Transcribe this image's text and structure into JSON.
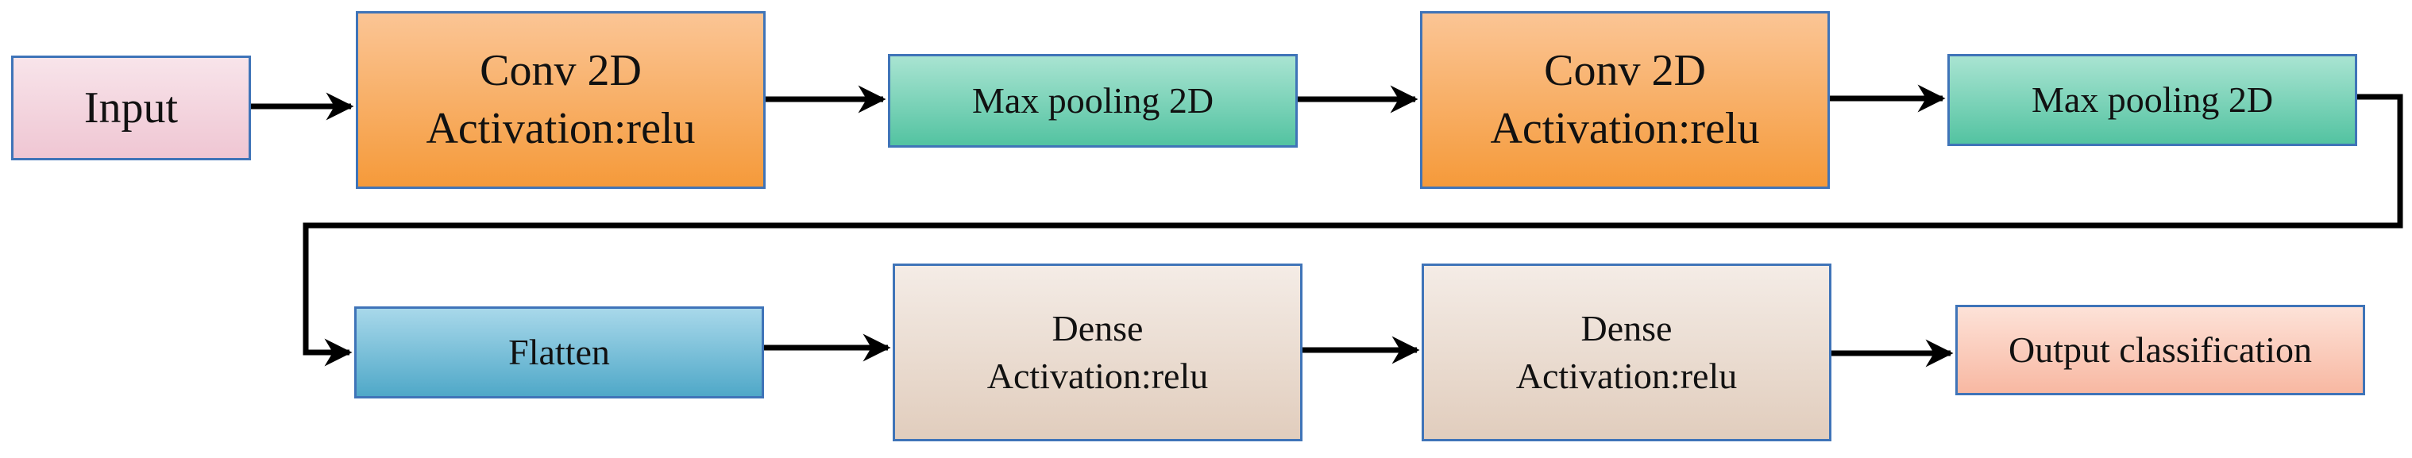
{
  "nodes": {
    "input": {
      "label": "Input"
    },
    "conv1": {
      "line1": "Conv 2D",
      "line2": "Activation:relu"
    },
    "pool1": {
      "label": "Max pooling 2D"
    },
    "conv2": {
      "line1": "Conv 2D",
      "line2": "Activation:relu"
    },
    "pool2": {
      "label": "Max pooling 2D"
    },
    "flatten": {
      "label": "Flatten"
    },
    "dense1": {
      "line1": "Dense",
      "line2": "Activation:relu"
    },
    "dense2": {
      "line1": "Dense",
      "line2": "Activation:relu"
    },
    "output": {
      "label": "Output classification"
    }
  },
  "colors": {
    "border": "#3f74b8",
    "arrow": "#000000",
    "input": "#efc6d3",
    "conv": "#f59a3a",
    "pool": "#53c3a1",
    "flatten": "#4fa8c8",
    "dense": "#e1cdbd",
    "output": "#f8b8a2"
  }
}
